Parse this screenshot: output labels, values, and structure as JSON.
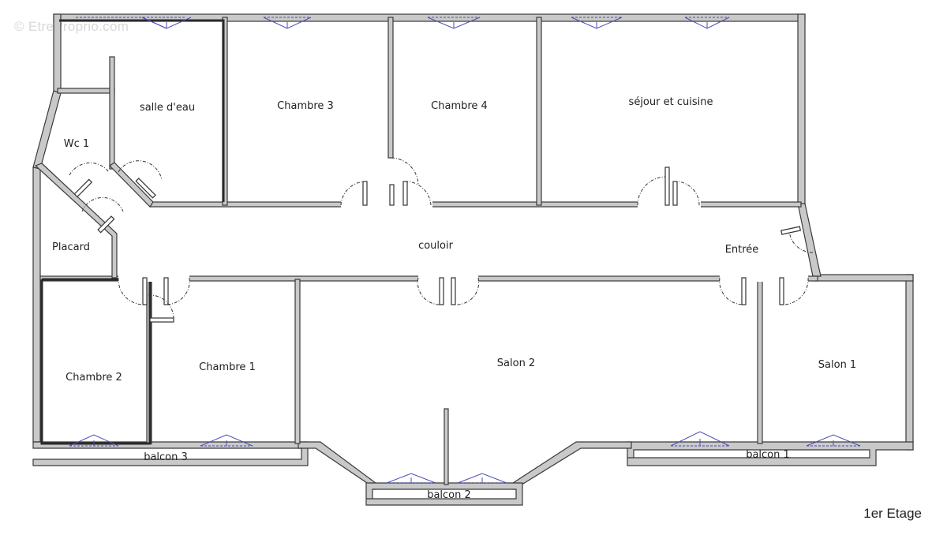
{
  "watermark": "© EtreProprio.com",
  "floor": "1er Etage",
  "rooms": {
    "salle_deau": "salle d'eau",
    "chambre3": "Chambre 3",
    "chambre4": "Chambre 4",
    "sejour": "séjour et cuisine",
    "wc1": "Wc 1",
    "placard": "Placard",
    "couloir": "couloir",
    "entree": "Entrée",
    "chambre2": "Chambre 2",
    "chambre1": "Chambre 1",
    "salon2": "Salon 2",
    "salon1": "Salon 1"
  },
  "balconies": {
    "balcon3": "balcon 3",
    "balcon2": "balcon 2",
    "balcon1": "balcon 1"
  },
  "colors": {
    "wall_fill": "#c9c9c9",
    "wall_stroke": "#3a3a3a",
    "window": "#4a4ab8"
  }
}
